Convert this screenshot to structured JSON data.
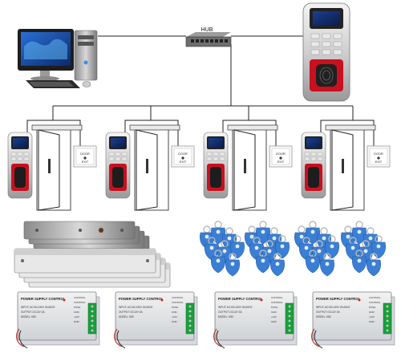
{
  "hub": {
    "label": "HUB"
  },
  "exit_button": {
    "line1": "DOOR",
    "line2": "EXIT"
  },
  "power_supply": {
    "title": "POWER SUPPLY CONTROL",
    "spec_lines": [
      "INPUT: AC100-240V 50-60HZ",
      "OUTPUT: DC12V 3A",
      "MODEL: K80"
    ],
    "terminals": [
      "CONTROL",
      "CONTROL",
      "PUSH",
      "GND",
      "+12V",
      "GND"
    ]
  },
  "counts": {
    "door_stations": 4,
    "rfid_groups": 4,
    "power_supplies": 4,
    "maglocks": 4
  },
  "colors": {
    "cable": "#222222",
    "tag_blue": "#3a7fd4",
    "door_frame": "#444444",
    "terminal_green": "#1aa03c"
  },
  "icons": [
    "desktop-computer-icon",
    "network-hub-icon",
    "fingerprint-reader-icon",
    "door-icon",
    "exit-button-icon",
    "magnetic-lock-icon",
    "rfid-keyfob-icon",
    "power-supply-icon"
  ]
}
